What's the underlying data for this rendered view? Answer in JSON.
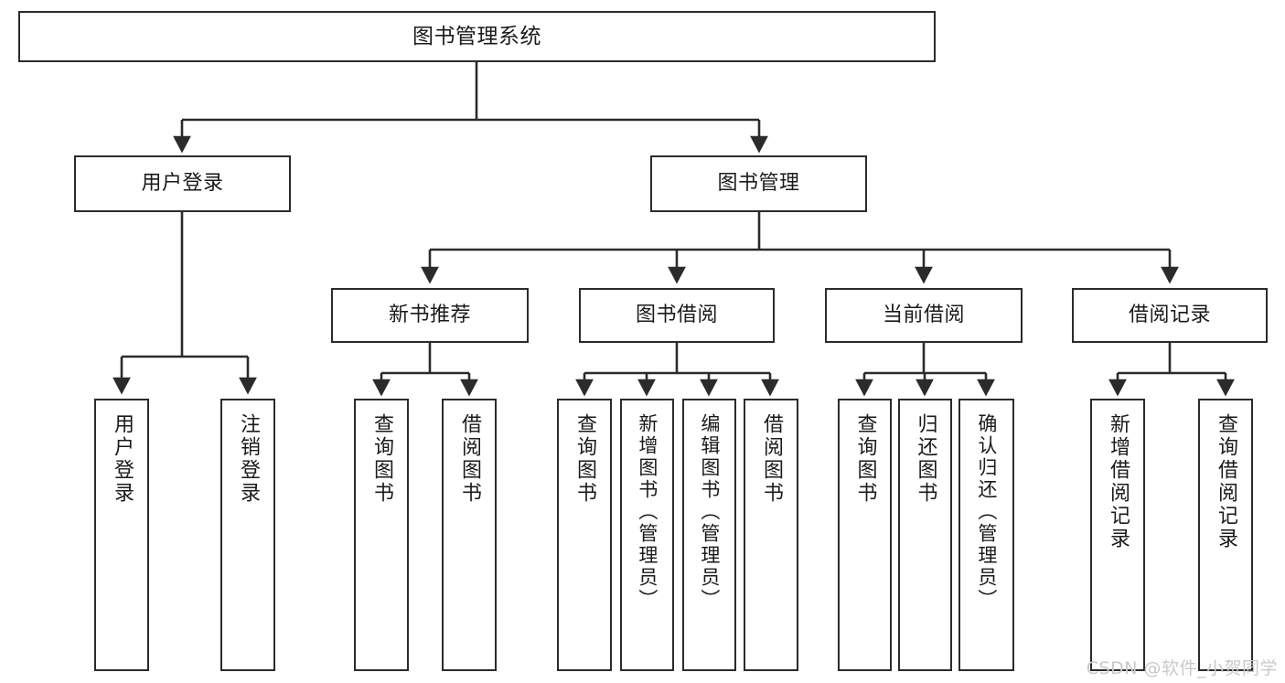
{
  "diagram": {
    "title": "图书管理系统",
    "type": "tree-hierarchy-chart",
    "watermark": "CSDN @软件_小贺同学",
    "colors": {
      "box_border": "#2b2b2b",
      "box_fill": "#ffffff",
      "connector": "#2b2b2b",
      "text": "#1a1a1a",
      "watermark": "#c9c9c9",
      "background": "#ffffff"
    },
    "root": {
      "label": "图书管理系统"
    },
    "level2": [
      {
        "label": "用户登录"
      },
      {
        "label": "图书管理"
      }
    ],
    "level3": [
      {
        "label": "新书推荐"
      },
      {
        "label": "图书借阅"
      },
      {
        "label": "当前借阅"
      },
      {
        "label": "借阅记录"
      }
    ],
    "leaves": {
      "user_login": [
        {
          "label": "用户登录"
        },
        {
          "label": "注销登录"
        }
      ],
      "new_book_recommend": [
        {
          "label": "查询图书"
        },
        {
          "label": "借阅图书"
        }
      ],
      "book_borrow": [
        {
          "label": "查询图书"
        },
        {
          "label": "新增图书（管理员）"
        },
        {
          "label": "编辑图书（管理员）"
        },
        {
          "label": "借阅图书"
        }
      ],
      "current_borrow": [
        {
          "label": "查询图书"
        },
        {
          "label": "归还图书"
        },
        {
          "label": "确认归还（管理员）"
        }
      ],
      "borrow_record": [
        {
          "label": "新增借阅记录"
        },
        {
          "label": "查询借阅记录"
        }
      ]
    }
  }
}
